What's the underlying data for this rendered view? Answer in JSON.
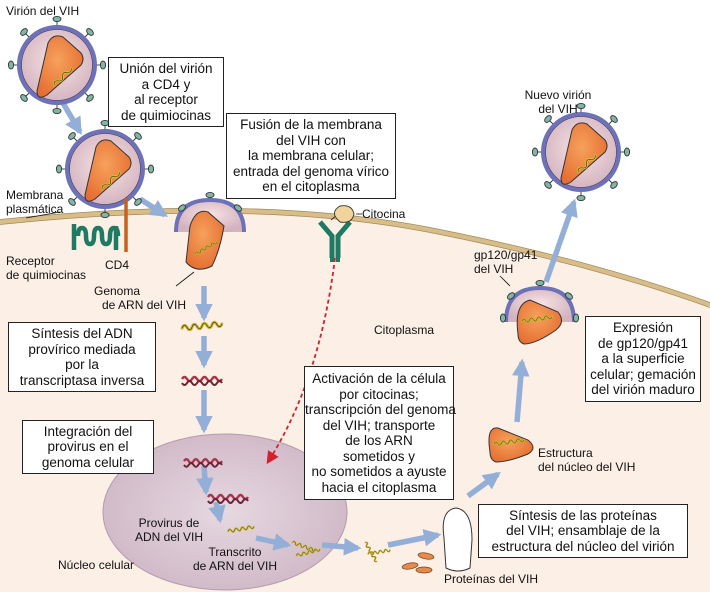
{
  "labels": {
    "virion": "Virión del VIH",
    "membrane": [
      "Membrana",
      "plasmática"
    ],
    "receptor": [
      "Receptor",
      "de quimiocinas"
    ],
    "cd4": "CD4",
    "genome": [
      "Genoma",
      "de ARN del VIH"
    ],
    "cytokine": "Citocina",
    "cytoplasm": "Citoplasma",
    "nucleus": "Núcleo celular",
    "provirus": [
      "Provirus de",
      "ADN del VIH"
    ],
    "transcript": [
      "Transcrito",
      "de ARN del VIH"
    ],
    "proteins": "Proteínas del VIH",
    "core": [
      "Estructura",
      "del núcleo del VIH"
    ],
    "gp": [
      "gp120/gp41",
      "del VIH"
    ],
    "new_virion": [
      "Nuevo virión",
      "del VIH"
    ]
  },
  "boxes": {
    "binding": [
      "Unión del virión",
      "a CD4 y",
      "al receptor",
      "de quimiocinas"
    ],
    "fusion": [
      "Fusión de la membrana",
      "del VIH con",
      "la membrana celular;",
      "entrada del genoma vírico",
      "en el citoplasma"
    ],
    "synthesis": [
      "Síntesis del ADN",
      "provírico mediada",
      "por la",
      "transcriptasa inversa"
    ],
    "integration": [
      "Integración del",
      "provirus en el",
      "genoma celular"
    ],
    "activation": [
      "Activación de la célula",
      "por citocinas;",
      "transcripción del genoma",
      "del VIH; transporte",
      "de los ARN",
      "sometidos y",
      "no sometidos a ayuste",
      "hacia el citoplasma"
    ],
    "proteins": [
      "Síntesis de las proteínas",
      "del VIH; ensamblaje de la",
      "estructura del núcleo del virión"
    ],
    "expression": [
      "Expresión",
      "de gp120/gp41",
      "a la superficie",
      "celular; gemación",
      "del virión maduro"
    ]
  }
}
